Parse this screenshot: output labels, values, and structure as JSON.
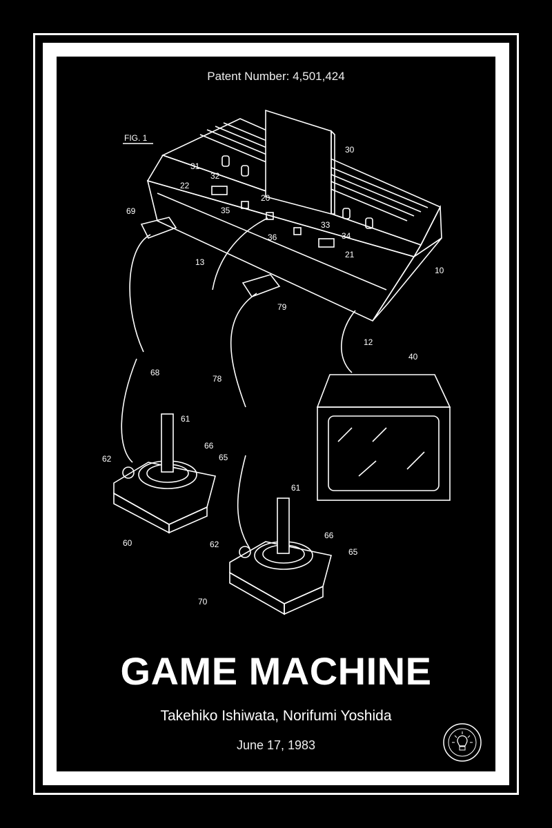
{
  "poster": {
    "patent_number": "Patent Number: 4,501,424",
    "title": "GAME MACHINE",
    "inventors": "Takehiko Ishiwata, Norifumi Yoshida",
    "date": "June 17, 1983",
    "colors": {
      "background": "#000000",
      "foreground": "#ffffff"
    }
  },
  "drawing": {
    "figure_label": "FIG. 1",
    "reference_numerals": {
      "console": "10",
      "cable_12": "12",
      "cable_13": "13",
      "port_20": "20",
      "port_21": "21",
      "port_22": "22",
      "cartridge": "30",
      "knob_31": "31",
      "knob_32": "32",
      "knob_33": "33",
      "knob_34": "34",
      "switch_35": "35",
      "switch_36": "36",
      "television": "40",
      "joystick_1": "60",
      "stick_1": "61",
      "button_1": "62",
      "ring_1_65": "65",
      "ring_1_66": "66",
      "cable_68": "68",
      "plug_69": "69",
      "joystick_2": "70",
      "stick_2": "61",
      "button_2": "62",
      "ring_2_65": "65",
      "ring_2_66": "66",
      "cable_78": "78",
      "plug_79": "79"
    }
  },
  "seal": {
    "icon": "lightbulb-seal-icon"
  }
}
